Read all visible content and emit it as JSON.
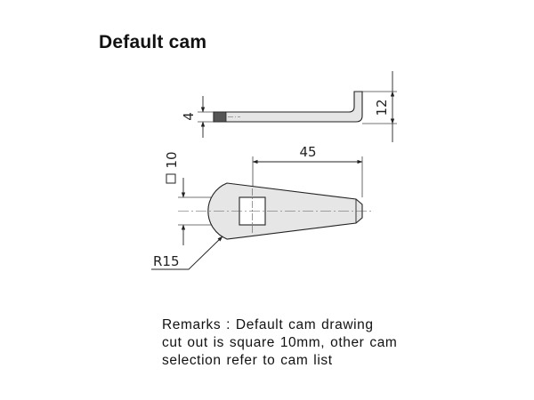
{
  "title": "Default cam",
  "dimensions": {
    "thickness": "4",
    "height": "12",
    "square": "10",
    "length": "45",
    "radius": "R15"
  },
  "remarks": {
    "line1": "Remarks : Default cam drawing",
    "line2": "cut out is square 10mm, other cam",
    "line3": "selection refer to cam list"
  }
}
